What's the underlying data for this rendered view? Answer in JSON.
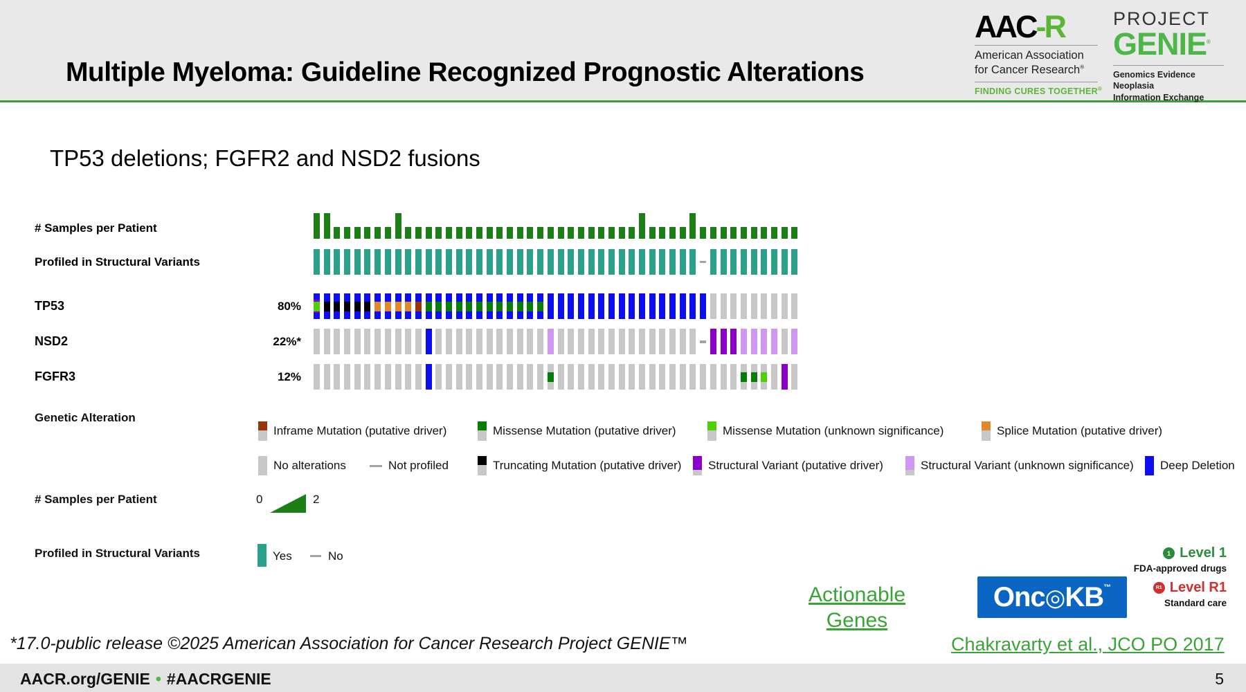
{
  "header": {
    "title": "Multiple Myeloma: Guideline Recognized Prognostic Alterations",
    "aacr_logo": {
      "wordmark_black": "AAC",
      "wordmark_green": "-R",
      "line1": "American Association",
      "line2": "for Cancer Research",
      "tagline": "FINDING CURES TOGETHER"
    },
    "genie_logo": {
      "project": "PROJECT",
      "name": "GENIE",
      "sub1": "Genomics Evidence Neoplasia",
      "sub2": "Information Exchange"
    }
  },
  "subtitle": "TP53 deletions; FGFR2 and NSD2 fusions",
  "chart_data": {
    "type": "heatmap",
    "subtype": "oncoprint",
    "n_columns": 48,
    "tracks": {
      "samples_per_patient": {
        "label": "# Samples per Patient",
        "min": 0,
        "max": 2,
        "values": [
          2,
          2,
          1,
          1,
          1,
          1,
          1,
          1,
          2,
          1,
          1,
          1,
          1,
          1,
          1,
          1,
          1,
          1,
          1,
          1,
          1,
          1,
          1,
          1,
          1,
          1,
          1,
          1,
          1,
          1,
          1,
          1,
          2,
          1,
          1,
          1,
          1,
          2,
          1,
          1,
          1,
          1,
          1,
          1,
          1,
          1,
          1,
          1
        ]
      },
      "profiled_sv": {
        "label": "Profiled in Structural Variants",
        "values": [
          "yes",
          "yes",
          "yes",
          "yes",
          "yes",
          "yes",
          "yes",
          "yes",
          "yes",
          "yes",
          "yes",
          "yes",
          "yes",
          "yes",
          "yes",
          "yes",
          "yes",
          "yes",
          "yes",
          "yes",
          "yes",
          "yes",
          "yes",
          "yes",
          "yes",
          "yes",
          "yes",
          "yes",
          "yes",
          "yes",
          "yes",
          "yes",
          "yes",
          "yes",
          "yes",
          "yes",
          "yes",
          "yes",
          "no",
          "yes",
          "yes",
          "yes",
          "yes",
          "yes",
          "yes",
          "yes",
          "yes",
          "yes"
        ]
      },
      "genes": [
        {
          "name": "TP53",
          "percent": "80%",
          "cells": [
            "dd_multi",
            "dd_trunc",
            "dd_trunc",
            "dd_trunc",
            "dd_trunc",
            "dd_trunc",
            "dd_splice",
            "dd_splice",
            "dd_splice",
            "dd_splice",
            "dd_inframe",
            "dd_missense",
            "dd_missense",
            "dd_missense",
            "dd_missense",
            "dd_missense",
            "dd_missense",
            "dd_missense",
            "dd_missense",
            "dd_missense",
            "dd_missense",
            "dd_missense",
            "dd_missense",
            "dd",
            "dd",
            "dd",
            "dd",
            "dd",
            "dd",
            "dd",
            "dd",
            "dd",
            "dd",
            "dd",
            "dd",
            "dd",
            "dd",
            "dd",
            "dd",
            "none",
            "none",
            "none",
            "none",
            "none",
            "none",
            "none",
            "none",
            "none"
          ]
        },
        {
          "name": "NSD2",
          "percent": "22%*",
          "cells": [
            "none",
            "none",
            "none",
            "none",
            "none",
            "none",
            "none",
            "none",
            "none",
            "none",
            "none",
            "dd",
            "none",
            "none",
            "none",
            "none",
            "none",
            "none",
            "none",
            "none",
            "none",
            "none",
            "none",
            "sv_vus",
            "none",
            "none",
            "none",
            "none",
            "none",
            "none",
            "none",
            "none",
            "none",
            "none",
            "none",
            "none",
            "none",
            "none",
            "np",
            "sv",
            "sv",
            "sv",
            "sv_vus",
            "sv_vus",
            "sv_vus",
            "sv_vus",
            "none",
            "sv_vus"
          ]
        },
        {
          "name": "FGFR3",
          "percent": "12%",
          "cells": [
            "none",
            "none",
            "none",
            "none",
            "none",
            "none",
            "none",
            "none",
            "none",
            "none",
            "none",
            "dd",
            "none",
            "none",
            "none",
            "none",
            "none",
            "none",
            "none",
            "none",
            "none",
            "none",
            "none",
            "missense",
            "none",
            "none",
            "none",
            "none",
            "none",
            "none",
            "none",
            "none",
            "none",
            "none",
            "none",
            "none",
            "none",
            "none",
            "none",
            "none",
            "none",
            "none",
            "missense",
            "missense",
            "mis_vus",
            "none",
            "sv",
            "none"
          ]
        }
      ]
    },
    "cell_legend": {
      "dd": "Deep Deletion",
      "dd_trunc": "Deep Deletion + Truncating Mutation (putative driver)",
      "dd_splice": "Deep Deletion + Splice Mutation (putative driver)",
      "dd_inframe": "Deep Deletion + Inframe Mutation (putative driver)",
      "dd_missense": "Deep Deletion + Missense Mutation (putative driver)",
      "dd_multi": "Deep Deletion + Missense Mutation (unknown significance) + Structural Variant",
      "missense": "Missense Mutation (putative driver)",
      "mis_vus": "Missense Mutation (unknown significance)",
      "sv": "Structural Variant (putative driver)",
      "sv_vus": "Structural Variant (unknown significance)",
      "none": "No alterations",
      "np": "Not profiled"
    }
  },
  "legend": {
    "title": "Genetic Alteration",
    "row1": [
      {
        "code": "inframe",
        "label": "Inframe Mutation (putative driver)"
      },
      {
        "code": "missense",
        "label": "Missense Mutation (putative driver)"
      },
      {
        "code": "mis_vus",
        "label": "Missense Mutation (unknown significance)"
      },
      {
        "code": "splice",
        "label": "Splice Mutation (putative driver)"
      }
    ],
    "row2": [
      {
        "code": "none",
        "label": "No alterations"
      },
      {
        "code": "np",
        "label": "Not profiled"
      },
      {
        "code": "trunc",
        "label": "Truncating Mutation (putative driver)"
      },
      {
        "code": "sv",
        "label": "Structural Variant (putative driver)"
      },
      {
        "code": "sv_vus",
        "label": "Structural Variant (unknown significance)"
      },
      {
        "code": "dd",
        "label": "Deep Deletion"
      }
    ]
  },
  "samples_legend": {
    "label": "# Samples per Patient",
    "min": "0",
    "max": "2"
  },
  "profiled_legend": {
    "label": "Profiled in Structural Variants",
    "yes": "Yes",
    "no": "No"
  },
  "links": {
    "actionable_line1": "Actionable",
    "actionable_line2": "Genes",
    "citation": "Chakravarty et al., JCO PO 2017"
  },
  "oncokb": {
    "name_left": "Onc",
    "bullseye": "◎",
    "name_right": "KB",
    "tm": "™",
    "level1_badge": "1",
    "level1": "Level 1",
    "level1_sub": "FDA-approved drugs",
    "levelr1_badge": "R1",
    "levelr1": "Level R1",
    "levelr1_sub": "Standard care"
  },
  "footer": "*17.0-public release ©2025 American Association for Cancer Research Project GENIE™",
  "bottombar": {
    "left1": "AACR.org/GENIE",
    "bullet": "•",
    "left2": "#AACRGENIE",
    "page": "5"
  },
  "colors": {
    "samples_green": "#1b7e17",
    "profiled_teal": "#2ba18b",
    "deep_deletion_blue": "#0d0df2",
    "missense_green": "#067d06",
    "missense_vus_lime": "#4fd000",
    "truncating_black": "#000000",
    "splice_orange": "#e2882a",
    "inframe_brown": "#993404",
    "sv_purple": "#8b00c9",
    "sv_vus_lightpurple": "#cf97ef",
    "no_alteration_gray": "#c7c7c7",
    "not_profiled_gray": "#a3a3a3",
    "link_green": "#3aa335",
    "genie_green": "#4cb748",
    "aacr_green": "#5cb536",
    "oncokb_blue": "#0a66c2",
    "level1_green": "#2c8c3c",
    "levelr1_red": "#d22f2f",
    "header_bg": "#e9e9e9",
    "bottombar_bg": "#e3e3e3",
    "header_line_green": "#3a9e3a"
  }
}
